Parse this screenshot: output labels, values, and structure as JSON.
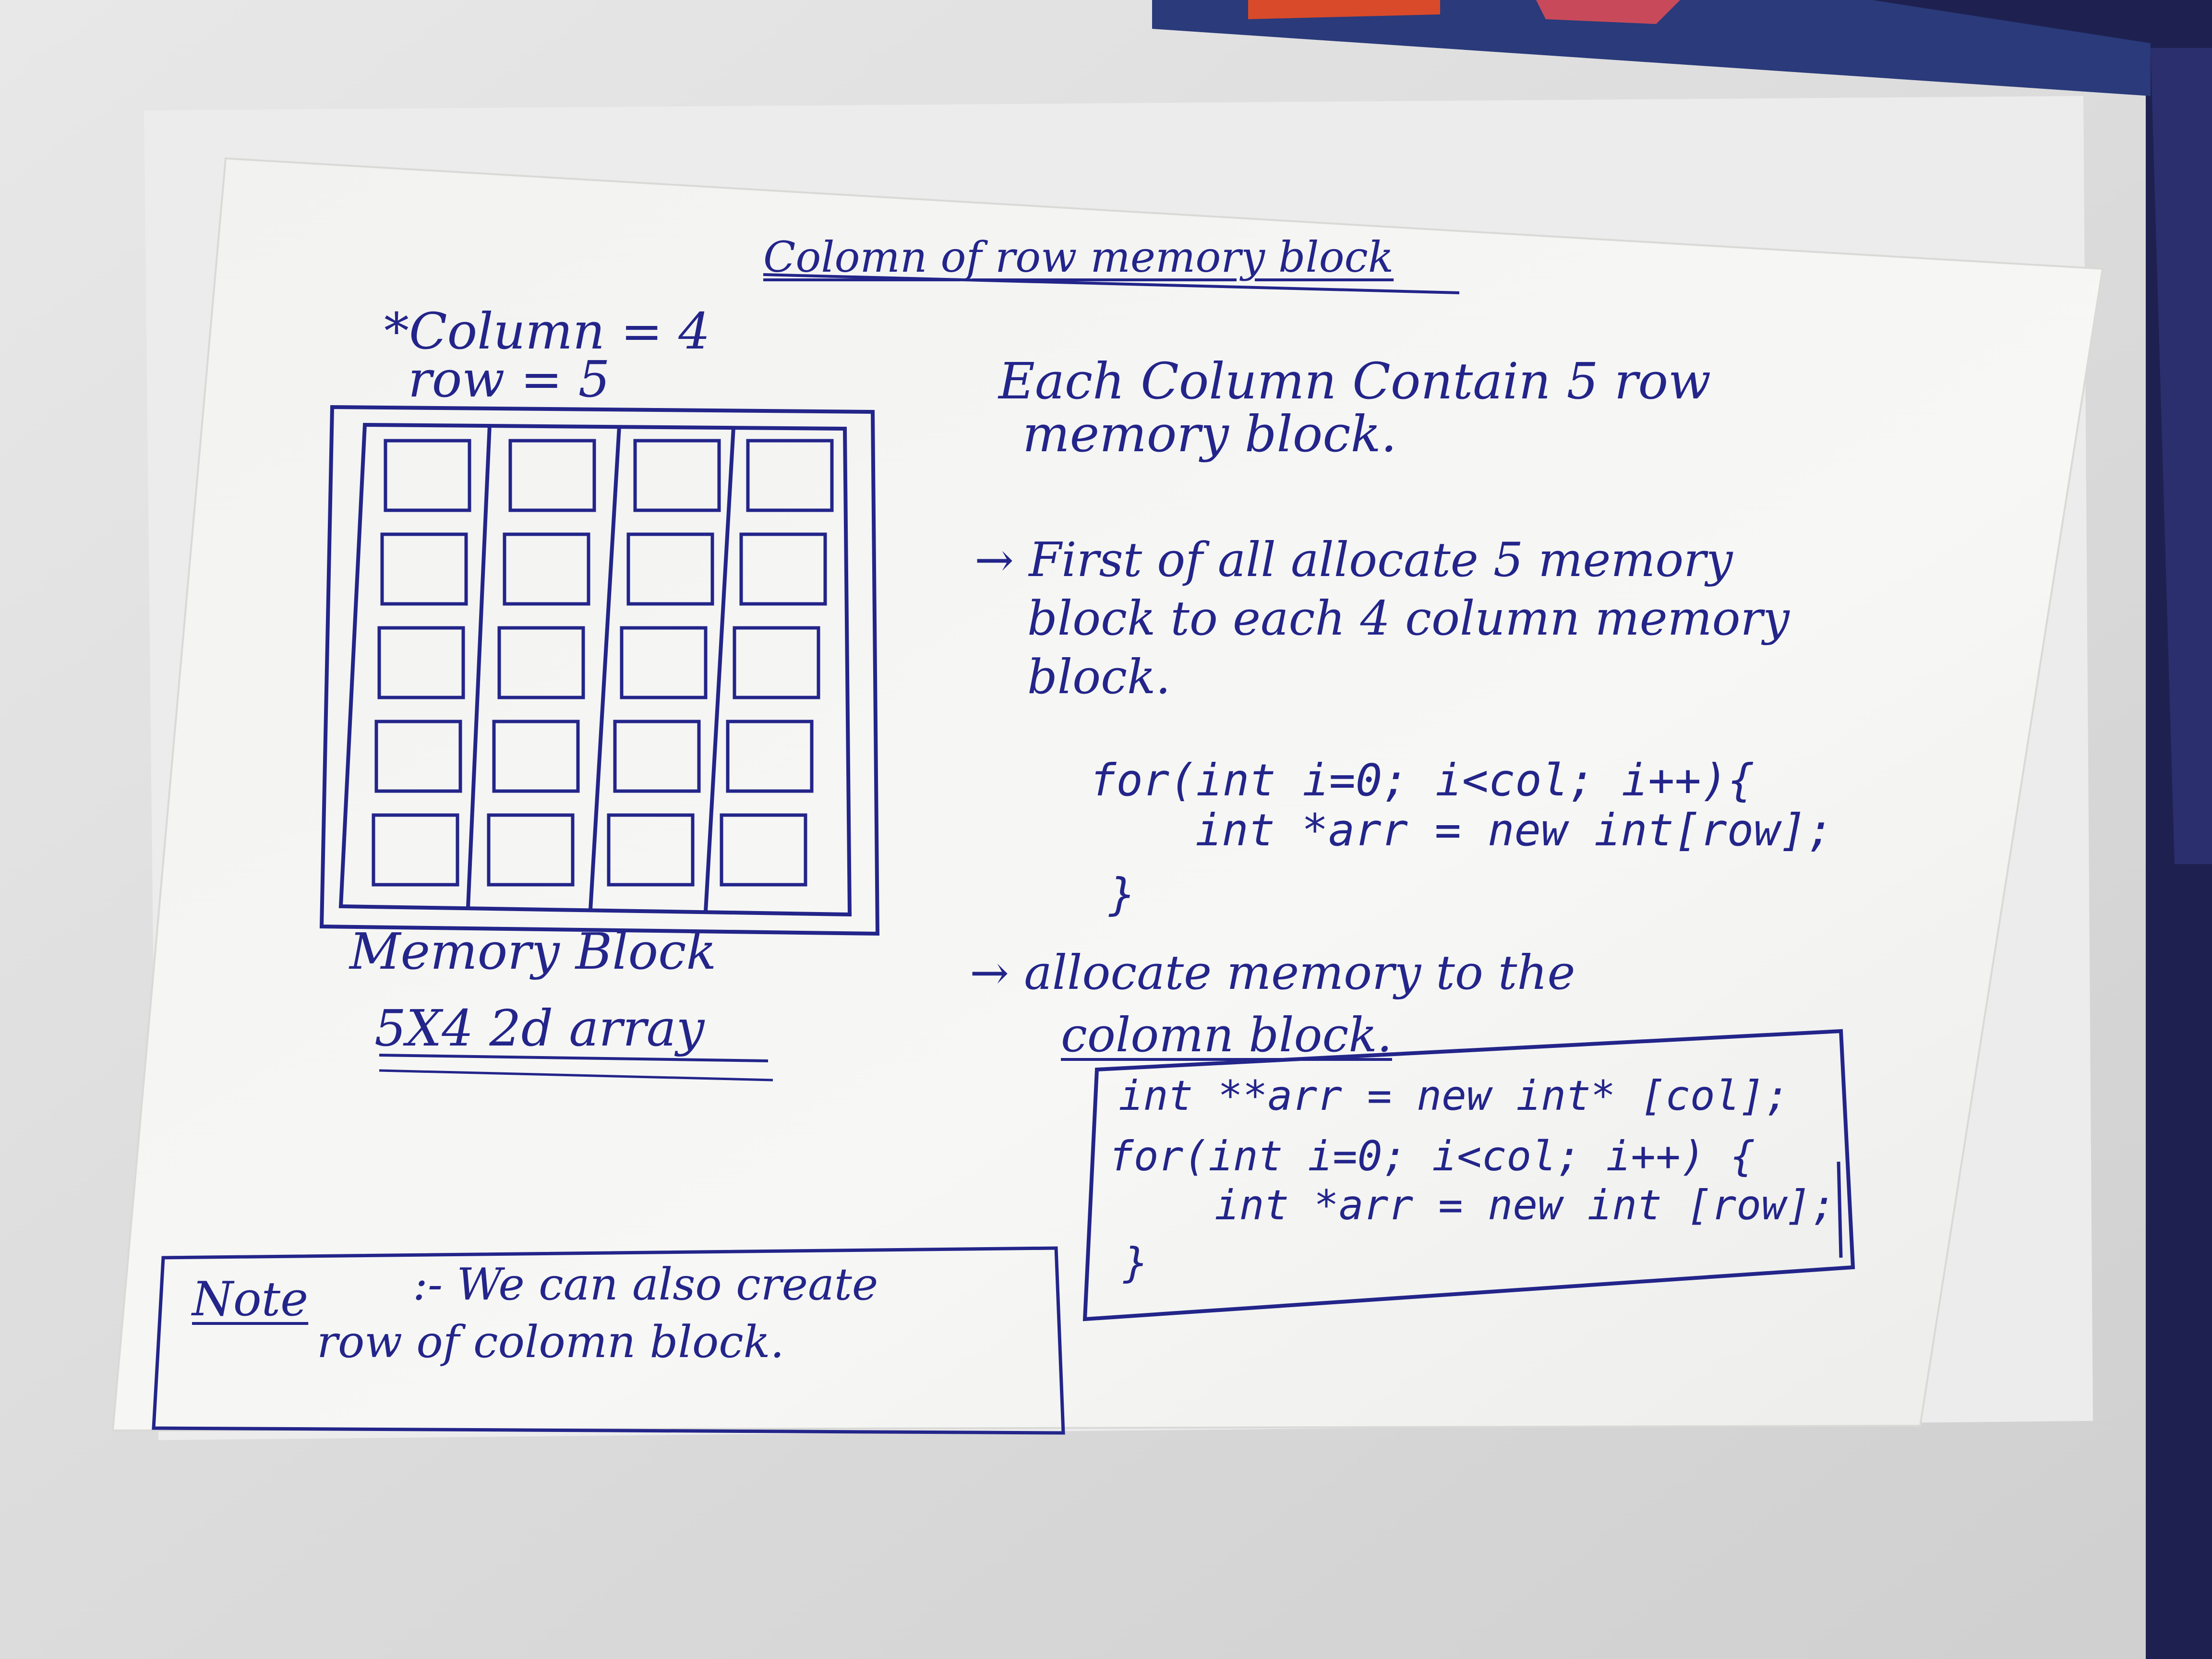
{
  "note_sheet": {
    "title": "Colomn of row memory block",
    "dimensions": {
      "column": "*Column = 4",
      "row": "row = 5"
    },
    "diagram": {
      "caption": "Memory Block",
      "subcaption": "5X4 2d array",
      "columns": 4,
      "rows": 5
    },
    "description": [
      "Each Column Contain 5 row",
      "memory block."
    ],
    "step1": {
      "lines": [
        "→ First of all allocate 5 memory",
        "block to each 4 column memory",
        "block."
      ],
      "code": [
        "for(int i=0; i<col; i++){",
        "int *arr = new int[row];",
        "}"
      ]
    },
    "step2": {
      "lines": [
        "→ allocate memory to the",
        "colomn block."
      ],
      "code": [
        "int **arr = new int* [col];",
        "for(int i=0; i<col; i++) {",
        "int *arr = new int [row];",
        "}"
      ]
    },
    "note": {
      "label": "Note",
      "lines": [
        ":- We can also create",
        "row of colomn block."
      ]
    }
  },
  "colors": {
    "ink": "#23258a",
    "paper": "#f4f4f2",
    "background": "#dcdcdc",
    "poster_dark": "#1e2150"
  }
}
